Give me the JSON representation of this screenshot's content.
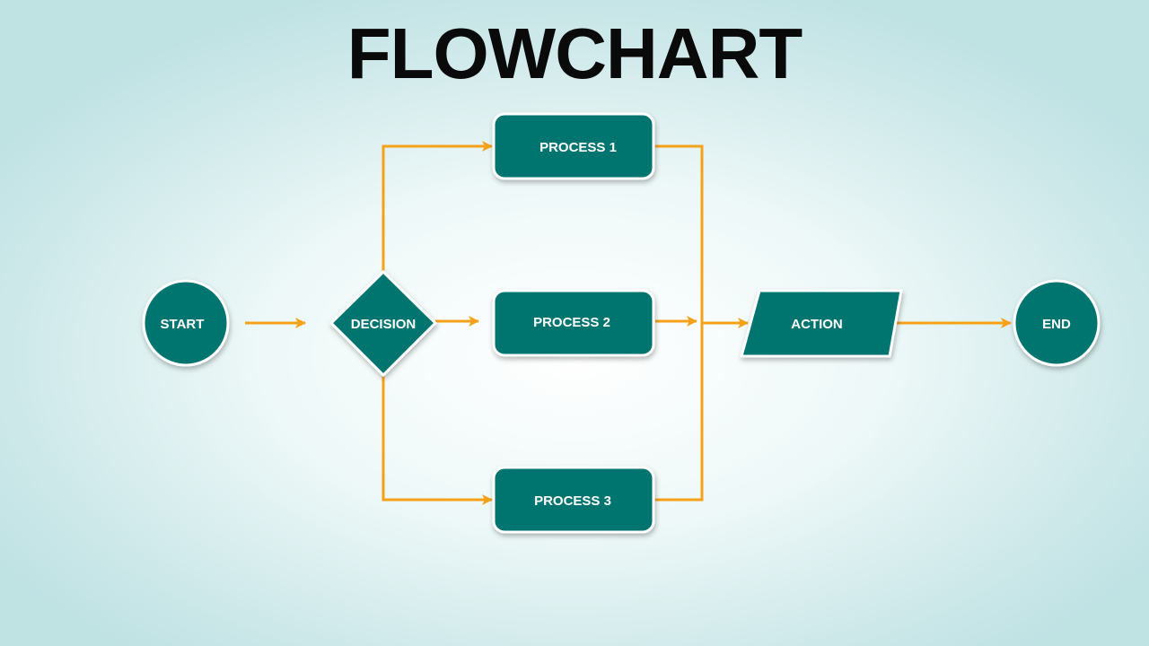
{
  "title": "FLOWCHART",
  "colors": {
    "node_fill": "#007470",
    "node_stroke": "#ffffff",
    "connector": "#f5a21a",
    "title": "#0a0a0a"
  },
  "nodes": {
    "start": "START",
    "decision": "DECISION",
    "process1": "PROCESS 1",
    "process2": "PROCESS 2",
    "process3": "PROCESS 3",
    "action": "ACTION",
    "end": "END"
  }
}
